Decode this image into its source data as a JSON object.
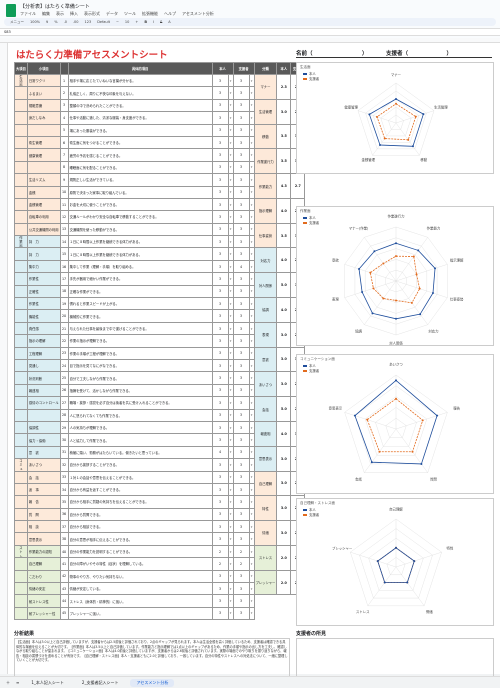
{
  "app": {
    "title": "【分析表】はたらく準備シート",
    "menus": [
      "ファイル",
      "編集",
      "表示",
      "挿入",
      "表示形式",
      "データ",
      "ツール",
      "拡張機能",
      "ヘルプ",
      "アセスメント分析"
    ],
    "toolbar": [
      "メニュー",
      "100%",
      "¥",
      "%",
      ".0",
      ".00",
      "123",
      "Default",
      "−",
      "10",
      "+",
      "B",
      "I",
      "S",
      "A"
    ],
    "cell_ref": "S83"
  },
  "sheet": {
    "title": "はたらく力準備アセスメントシート",
    "name_label": "名前（　　　　　　　　　）",
    "support_label": "支援者（　　　　　　　）",
    "headers": [
      "大項目",
      "小項目",
      "",
      "具体的項目",
      "本人",
      "",
      "支援者",
      "",
      "分類",
      "本人",
      "支援者"
    ]
  },
  "rows": [
    {
      "cat": "生活面に関する評価",
      "sub": "日常ワクリ",
      "n": "1",
      "item": "相手や場に応じたていねいな言葉が分かる。",
      "s": "3",
      "p": "3"
    },
    {
      "cat": "",
      "sub": "ふるまい",
      "n": "2",
      "item": "礼儀正しく、周りに不快な印象を与えない。",
      "s": "3",
      "p": "3"
    },
    {
      "cat": "",
      "sub": "規範意識",
      "n": "3",
      "item": "整頓の中で決められたことができる。",
      "s": "3",
      "p": "3"
    },
    {
      "cat": "",
      "sub": "身だしなみ",
      "n": "4",
      "item": "仕事や活動に適した、清潔な服装・身支度ができる。",
      "s": "3",
      "p": "3"
    },
    {
      "cat": "",
      "sub": "",
      "n": "5",
      "item": "場にあった服装ができる。",
      "s": "3",
      "p": "3"
    },
    {
      "cat": "",
      "sub": "衛生管理",
      "n": "6",
      "item": "衛生面に気をつけることができる。",
      "s": "3",
      "p": "3"
    },
    {
      "cat": "",
      "sub": "健康管理",
      "n": "7",
      "item": "疲労の予兆を感じることができる。",
      "s": "3",
      "p": "3"
    },
    {
      "cat": "",
      "sub": "",
      "n": "8",
      "item": "睡眠面に気を配ることができる。",
      "s": "3",
      "p": "3"
    },
    {
      "cat": "",
      "sub": "生活リズム",
      "n": "9",
      "item": "規則正しい生活ができている。",
      "s": "3",
      "p": "3"
    },
    {
      "cat": "",
      "sub": "金銭",
      "n": "10",
      "item": "原則で決まった家事に取り組んでいる。",
      "s": "3",
      "p": "3"
    },
    {
      "cat": "",
      "sub": "金銭管理",
      "n": "11",
      "item": "お金を大切に使うことができる。",
      "s": "3",
      "p": "3"
    },
    {
      "cat": "",
      "sub": "自転車の利用",
      "n": "12",
      "item": "交通ルールがわかり安全な自転車で移動することができる。",
      "s": "3",
      "p": "3"
    },
    {
      "cat": "",
      "sub": "公共交通機関の利用",
      "n": "13",
      "item": "交通機関を使った移動ができる。",
      "s": "3",
      "p": "3"
    },
    {
      "cat": "作業面に関する評価",
      "sub": "持　力",
      "n": "14",
      "item": "１日に８時間以上作業を継続できる体力がある。",
      "s": "3",
      "p": "3"
    },
    {
      "cat": "",
      "sub": "持　力",
      "n": "15",
      "item": "１日に８時間以上作業を継続できる体力がある。",
      "s": "3",
      "p": "3"
    },
    {
      "cat": "",
      "sub": "集中力",
      "n": "16",
      "item": "集中して作業（理解・手順）を取り組める。",
      "s": "3",
      "p": "4"
    },
    {
      "cat": "",
      "sub": "作業性",
      "n": "17",
      "item": "手先が器用で細かい作業ができる。",
      "s": "3",
      "p": "3"
    },
    {
      "cat": "",
      "sub": "正確性",
      "n": "18",
      "item": "正確な作業ができる。",
      "s": "3",
      "p": "3"
    },
    {
      "cat": "",
      "sub": "作業性",
      "n": "19",
      "item": "慣れると作業スピードが上がる。",
      "s": "3",
      "p": "3"
    },
    {
      "cat": "",
      "sub": "機能性",
      "n": "20",
      "item": "機械的に作業できる。",
      "s": "3",
      "p": "3"
    },
    {
      "cat": "",
      "sub": "責任感",
      "n": "21",
      "item": "与えられた仕事を最後まで中で遂げることができる。",
      "s": "3",
      "p": "3"
    },
    {
      "cat": "",
      "sub": "指示の理解",
      "n": "22",
      "item": "作業の指示が理解できる。",
      "s": "3",
      "p": "3"
    },
    {
      "cat": "",
      "sub": "工程理解",
      "n": "23",
      "item": "作業の手順が工程が理解できる。",
      "s": "3",
      "p": "3"
    },
    {
      "cat": "",
      "sub": "見通し",
      "n": "24",
      "item": "目で指示を見てなにがなできる。",
      "s": "3",
      "p": "3"
    },
    {
      "cat": "",
      "sub": "状況判断",
      "n": "25",
      "item": "自分で工夫しながら作業できる。",
      "s": "3",
      "p": "3"
    },
    {
      "cat": "",
      "sub": "報連相",
      "n": "26",
      "item": "指摘を受けて、活かしながら作業できる。",
      "s": "3",
      "p": "3"
    },
    {
      "cat": "",
      "sub": "感情のコントロール",
      "n": "27",
      "item": "職場・挨拶・感覚を必ず自分は後者を共に受け入れることができる。",
      "s": "3",
      "p": "3"
    },
    {
      "cat": "",
      "sub": "",
      "n": "28",
      "item": "人に怒られてなくても作業できる。",
      "s": "3",
      "p": "3"
    },
    {
      "cat": "",
      "sub": "協調性",
      "n": "29",
      "item": "人の気持ちが理解できる。",
      "s": "3",
      "p": "3"
    },
    {
      "cat": "",
      "sub": "協力・協働",
      "n": "30",
      "item": "人と協力して作業できる。",
      "s": "3",
      "p": "3"
    },
    {
      "cat": "",
      "sub": "意　欲",
      "n": "31",
      "item": "積極に頭い、勤務がはたらいている。働きたいと思っている。",
      "s": "4",
      "p": "3"
    },
    {
      "cat": "コミュニケーションに関する評価",
      "sub": "あいさつ",
      "n": "32",
      "item": "自分から挨拶することができる。",
      "s": "3",
      "p": "3"
    },
    {
      "cat": "",
      "sub": "会　話",
      "n": "33",
      "item": "１対１の会話や意思を伝えることができる。",
      "s": "3",
      "p": "3"
    },
    {
      "cat": "",
      "sub": "返　事",
      "n": "34",
      "item": "自分から有益を返すことができる。",
      "s": "3",
      "p": "3"
    },
    {
      "cat": "",
      "sub": "報　告",
      "n": "35",
      "item": "自分から相手に質疑の気持ちを伝えることができる。",
      "s": "3",
      "p": "3"
    },
    {
      "cat": "",
      "sub": "質　問",
      "n": "36",
      "item": "自分から質問できる。",
      "s": "3",
      "p": "3"
    },
    {
      "cat": "",
      "sub": "相　談",
      "n": "37",
      "item": "自分から相談できる。",
      "s": "3",
      "p": "3"
    },
    {
      "cat": "",
      "sub": "意思表示",
      "n": "38",
      "item": "自分の意思が相手に伝えることができる。",
      "s": "3",
      "p": "3"
    },
    {
      "cat": "ストレスに関する評価",
      "sub": "作業能力の認知",
      "n": "40",
      "item": "自分の作業能力を説明することができる。",
      "s": "2",
      "p": "2"
    },
    {
      "cat": "",
      "sub": "自己理解",
      "n": "41",
      "item": "自分の障がいやその特性（症状）を理解している。",
      "s": "2",
      "p": "2"
    },
    {
      "cat": "",
      "sub": "こだわり",
      "n": "42",
      "item": "物事のやり方、やりたい気持ちない。",
      "s": "3",
      "p": "3"
    },
    {
      "cat": "",
      "sub": "情緒の安定",
      "n": "43",
      "item": "情緒が安定している。",
      "s": "3",
      "p": "3"
    },
    {
      "cat": "",
      "sub": "耐ストレス性",
      "n": "44",
      "item": "ストレス（身体的・精神的）に強い。",
      "s": "3",
      "p": "3"
    },
    {
      "cat": "",
      "sub": "耐プレッシャー性",
      "n": "45",
      "item": "プレッシャーに強い。",
      "s": "3",
      "p": "3"
    }
  ],
  "averages": [
    {
      "label": "マナー",
      "s": "2.3",
      "p": "2.7"
    },
    {
      "label": "生活管理",
      "s": "3.0",
      "p": "2.8"
    },
    {
      "label": "移動",
      "s": "3.5",
      "p": "3.0"
    },
    {
      "label": "作業遂行力",
      "s": "3.5",
      "p": "3.0"
    },
    {
      "label": "作業能力",
      "s": "4.3",
      "p": "2.7"
    },
    {
      "label": "指示理解",
      "s": "4.0",
      "p": "2.0"
    },
    {
      "label": "仕事姿勢",
      "s": "3.5",
      "p": "3.0"
    },
    {
      "label": "対応力",
      "s": "4.0",
      "p": "2.3"
    },
    {
      "label": "対人関係",
      "s": "5.0",
      "p": "1.0"
    },
    {
      "label": "協調",
      "s": "4.0",
      "p": "2.0"
    },
    {
      "label": "表現",
      "s": "3.0",
      "p": "2.0"
    },
    {
      "label": "意欲",
      "s": "3.0",
      "p": "3.0"
    },
    {
      "label": "あいさつ",
      "s": "3.0",
      "p": "2.0"
    },
    {
      "label": "会話",
      "s": "5.0",
      "p": "2.0"
    },
    {
      "label": "報連相",
      "s": "4.0",
      "p": "3.0"
    },
    {
      "label": "意思表示",
      "s": "3.0",
      "p": "2.0"
    },
    {
      "label": "自己理解",
      "s": "3.0",
      "p": "2.0"
    },
    {
      "label": "特性",
      "s": "3.0",
      "p": "2.0"
    },
    {
      "label": "情緒",
      "s": "3.0",
      "p": "2.0"
    },
    {
      "label": "ストレス",
      "s": "2.0",
      "p": "2.0"
    },
    {
      "label": "プレッシャー",
      "s": "2.0",
      "p": "2.0"
    }
  ],
  "charts": [
    {
      "title": "生活面",
      "legend": [
        "本人",
        "支援者"
      ],
      "axes": [
        "マナー",
        "生活管理",
        "移動",
        "金銭管理",
        "健康管理"
      ],
      "self": [
        3.0,
        3.6,
        3.6,
        3.4,
        3.5
      ],
      "support": [
        2.4,
        2.6,
        2.6,
        2.4,
        2.5
      ]
    },
    {
      "title": "作業面",
      "legend": [
        "本人",
        "支援者"
      ],
      "axes": [
        "作業遂行力",
        "作業能力",
        "指示理解",
        "仕事姿勢",
        "対応力",
        "対人関係",
        "協調",
        "表現",
        "意欲",
        "マナー(作業)"
      ],
      "self": [
        3.5,
        3.5,
        3.8,
        3.6,
        3.8,
        3.5,
        3.7,
        3.3,
        3.6,
        3.4
      ],
      "support": [
        2.3,
        2.8,
        2.0,
        2.3,
        2.5,
        1.8,
        2.0,
        2.2,
        2.5,
        2.0
      ]
    },
    {
      "title": "コミュニケーション面",
      "legend": [
        "本人",
        "支援者"
      ],
      "axes": [
        "あいさつ",
        "報告",
        "質問",
        "会話",
        "意思表示"
      ],
      "self": [
        4.5,
        4.0,
        4.0,
        3.8,
        4.0
      ],
      "support": [
        2.8,
        2.6,
        2.6,
        2.6,
        2.8
      ]
    },
    {
      "title": "自己理解・ストレス面",
      "legend": [
        "本人",
        "支援者"
      ],
      "axes": [
        "自己理解",
        "特性",
        "情緒",
        "ストレス",
        "プレッシャー"
      ],
      "self": [
        2.0,
        2.0,
        2.0,
        2.0,
        2.0
      ],
      "support": [
        2.0,
        2.0,
        2.0,
        2.0,
        2.0
      ]
    }
  ],
  "colors": {
    "self": "#1f4e9c",
    "support": "#e26b1e",
    "title": "#d33"
  },
  "bottom": {
    "left_title": "分析結果",
    "right_title": "支援者の所見",
    "text": "【生活面】本人は3.0以上と自己評価していますが、支援者からは2.5前後と評価されており、2点のギャップが見られます。本人は生活全般を高く評価しているため、支援者は確認できる具体的な場面を伝えることが大切です。【作業面】本人は3.5以上と自己評価しています。作業能力と指示理解では1点以上のギャップがあるため、作業の手順や指示の出し方を工夫し、確認しながら取り組むことが望まれます。【コミュニケーション面】本人は4.0前後と評価していますが、支援者からは2.6前後と評価されています。実際の場面でのやり取りを振り返りながら、報告・相談の習慣づけを進めることが有効です。【自己理解・ストレス面】本人・支援者ともに2.0と評価しており、一致しています。自分の特性やストレスへの対処法について、一緒に整理していくことが大切です。"
  },
  "tabs": [
    "＋",
    "≡",
    "1_本人記入シート",
    "2_支援者記入シート",
    "アセスメント分析"
  ]
}
